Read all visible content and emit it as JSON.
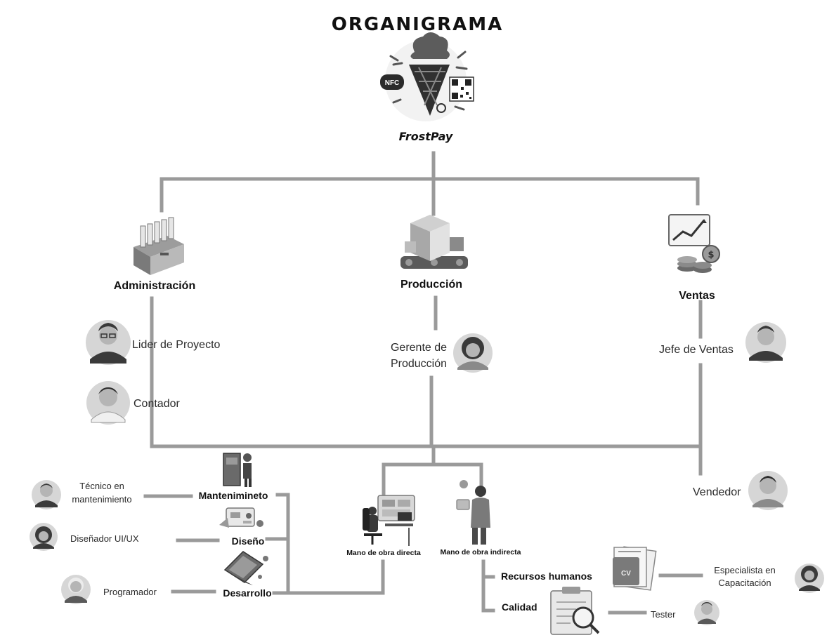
{
  "title": "ORGANIGRAMA",
  "company": "FrostPay",
  "logo": {
    "badge": "NFC",
    "icon": "ice-cream-cone-logo"
  },
  "departments": {
    "administracion": "Administración",
    "produccion": "Producción",
    "ventas": "Ventas"
  },
  "roles": {
    "lider": "Lider de Proyecto",
    "contador": "Contador",
    "gerente_line1": "Gerente de",
    "gerente_line2": "Producción",
    "jefe_ventas": "Jefe de Ventas",
    "vendedor": "Vendedor",
    "tecnico_line1": "Técnico en",
    "tecnico_line2": "mantenimiento",
    "disenador": "Diseñador UI/UX",
    "programador": "Programador",
    "especialista_line1": "Especialista en",
    "especialista_line2": "Capacitación",
    "tester": "Tester"
  },
  "areas": {
    "mantenimiento": "Mantenimineto",
    "diseno": "Diseño",
    "desarrollo": "Desarrollo",
    "mano_directa": "Mano de obra directa",
    "mano_indirecta": "Mano de obra indirecta",
    "recursos_humanos": "Recursos humanos",
    "calidad": "Calidad"
  },
  "colors": {
    "line": "#9a9a9a",
    "avatar_bg": "#d6d6d6",
    "avatar_dark": "#3a3a3a",
    "skin": "#b5b5b5"
  }
}
